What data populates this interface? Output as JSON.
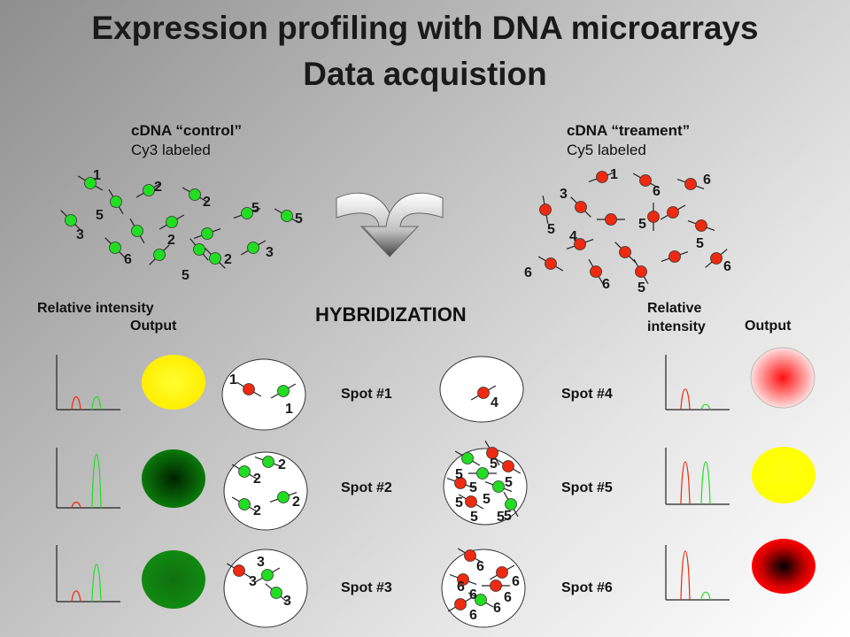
{
  "title": {
    "line1": "Expression profiling with DNA microarrays",
    "line2": "Data acquistion"
  },
  "control": {
    "heading": "cDNA “control”",
    "sub": "Cy3 labeled",
    "numbers": [
      "1",
      "2",
      "2",
      "5",
      "5",
      "5",
      "3",
      "2",
      "3",
      "6",
      "2",
      "5"
    ]
  },
  "treatment": {
    "heading": "cDNA “treament”",
    "sub": "Cy5 labeled",
    "numbers": [
      "1",
      "6",
      "6",
      "3",
      "5",
      "5",
      "4",
      "5",
      "6",
      "6",
      "6",
      "5"
    ]
  },
  "arrow_icon": "merge-down-arrow-icon",
  "hybridization": "HYBRIDIZATION",
  "left_headers": {
    "relative_intensity": "Relative intensity",
    "output": "Output"
  },
  "right_headers": {
    "relative_intensity": "Relative intensity",
    "output": "Output"
  },
  "spots_left": [
    {
      "label": "Spot #1",
      "numbers": [
        "1",
        "1"
      ],
      "red_peak": 0.25,
      "green_peak": 0.25,
      "output_color": "#ffee00"
    },
    {
      "label": "Spot #2",
      "numbers": [
        "2",
        "2",
        "2",
        "2"
      ],
      "red_peak": 0.1,
      "green_peak": 0.95,
      "output_color": "#0a4a0a"
    },
    {
      "label": "Spot #3",
      "numbers": [
        "3",
        "3",
        "3"
      ],
      "red_peak": 0.2,
      "green_peak": 0.7,
      "output_color": "#0d6b0d"
    }
  ],
  "spots_right": [
    {
      "label": "Spot #4",
      "numbers": [
        "4"
      ],
      "red_peak": 0.4,
      "green_peak": 0.1,
      "output_color": "#ff3030"
    },
    {
      "label": "Spot #5",
      "numbers": [
        "5",
        "5",
        "5",
        "5",
        "5",
        "5",
        "5",
        "5",
        "5"
      ],
      "red_peak": 0.8,
      "green_peak": 0.8,
      "output_color": "#ffff00"
    },
    {
      "label": "Spot #6",
      "numbers": [
        "6",
        "6",
        "6",
        "6",
        "6",
        "6",
        "6"
      ],
      "red_peak": 0.95,
      "green_peak": 0.15,
      "output_color": "#000000"
    }
  ],
  "colors": {
    "cy3_green": "#22dd22",
    "cy5_red": "#ee2a10",
    "axis": "#222222"
  }
}
